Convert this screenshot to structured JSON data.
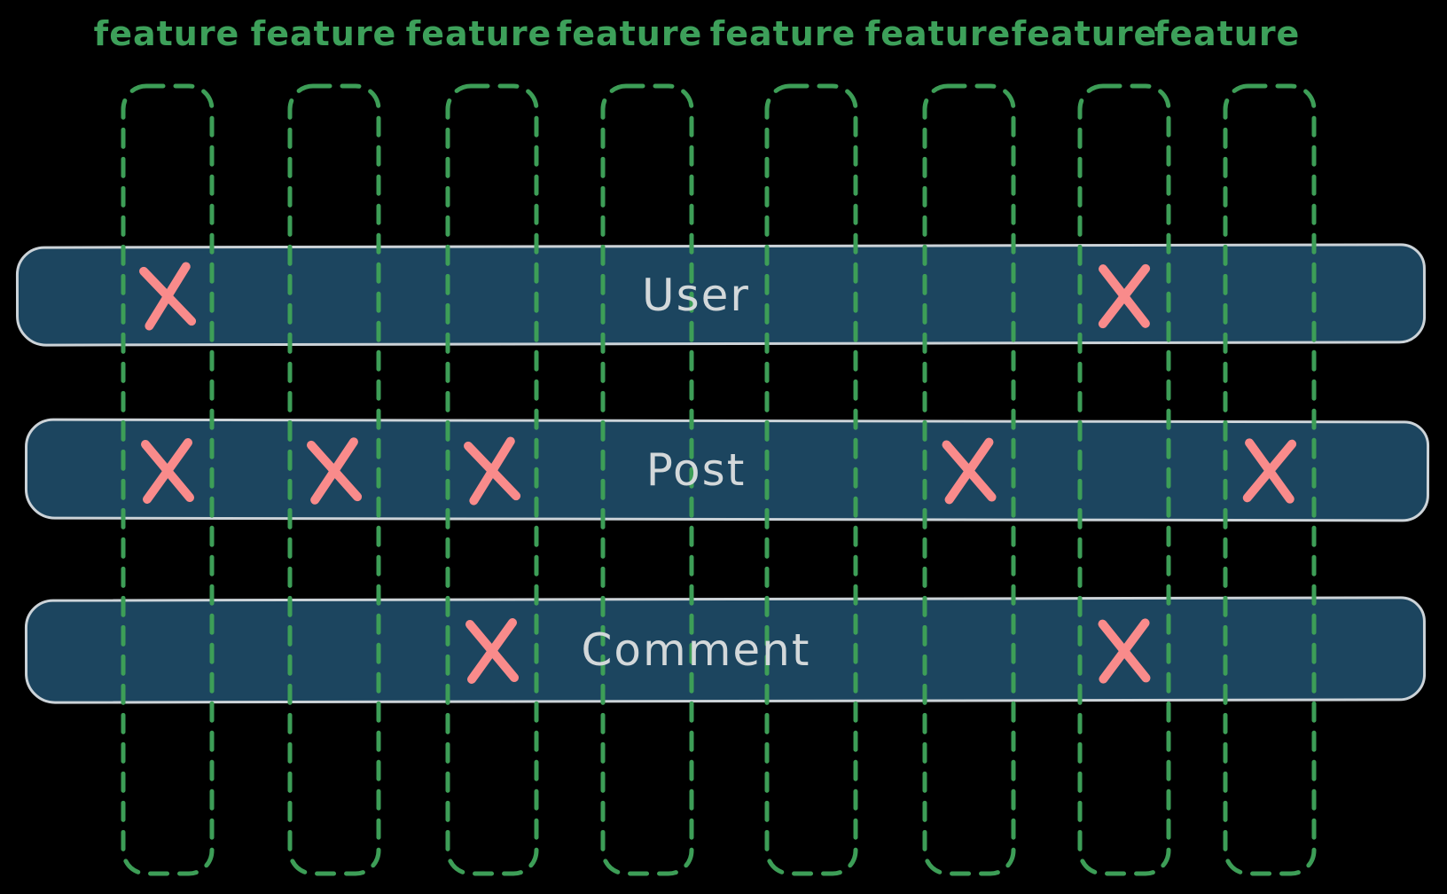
{
  "diagram": {
    "background": "#000000",
    "colors": {
      "row_fill": "#1c455f",
      "row_outline": "#ccd3d8",
      "grid_green": "#3d9e57",
      "feature_label_green": "#3da05a",
      "mark_salmon": "#f98b8b",
      "row_label_gray": "#d3d8da"
    },
    "columns": [
      {
        "label": "feature"
      },
      {
        "label": "feature"
      },
      {
        "label": "feature"
      },
      {
        "label": "feature"
      },
      {
        "label": "feature"
      },
      {
        "label": "feature"
      },
      {
        "label": "feature"
      },
      {
        "label": "feature"
      }
    ],
    "rows": [
      {
        "label": "User",
        "marks": [
          1,
          0,
          0,
          0,
          0,
          0,
          1,
          0
        ]
      },
      {
        "label": "Post",
        "marks": [
          1,
          1,
          1,
          0,
          0,
          1,
          0,
          1
        ]
      },
      {
        "label": "Comment",
        "marks": [
          0,
          0,
          1,
          0,
          0,
          0,
          1,
          0
        ]
      }
    ]
  }
}
